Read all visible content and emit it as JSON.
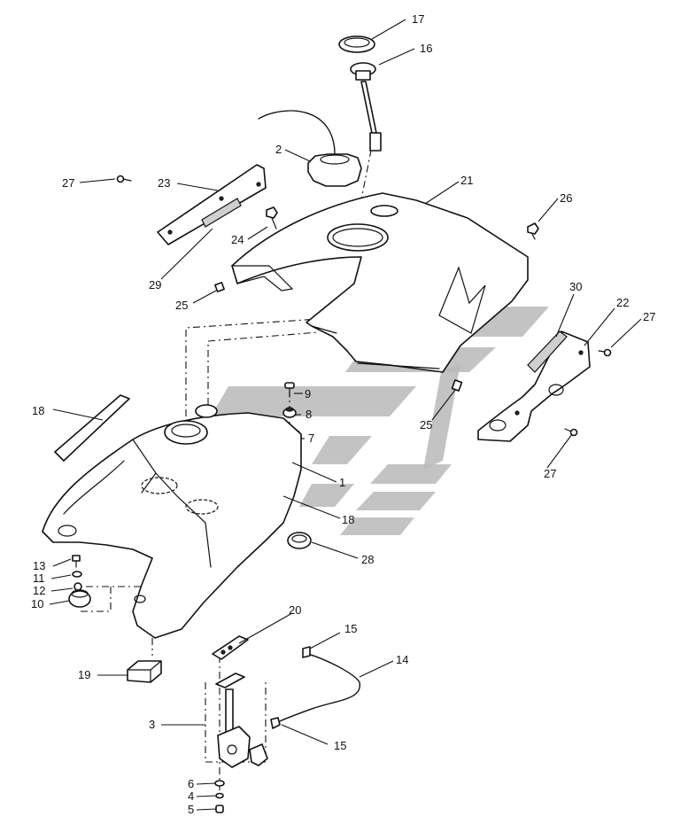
{
  "callouts": [
    {
      "id": "c17",
      "text": "17"
    },
    {
      "id": "c16",
      "text": "16"
    },
    {
      "id": "c2",
      "text": "2"
    },
    {
      "id": "c21",
      "text": "21"
    },
    {
      "id": "c27a",
      "text": "27"
    },
    {
      "id": "c23",
      "text": "23"
    },
    {
      "id": "c26",
      "text": "26"
    },
    {
      "id": "c24",
      "text": "24"
    },
    {
      "id": "c29",
      "text": "29"
    },
    {
      "id": "c25a",
      "text": "25"
    },
    {
      "id": "c30",
      "text": "30"
    },
    {
      "id": "c22",
      "text": "22"
    },
    {
      "id": "c27b",
      "text": "27"
    },
    {
      "id": "c9",
      "text": "9"
    },
    {
      "id": "c18a",
      "text": "18"
    },
    {
      "id": "c8",
      "text": "8"
    },
    {
      "id": "c25b",
      "text": "25"
    },
    {
      "id": "c7",
      "text": "7"
    },
    {
      "id": "c27c",
      "text": "27"
    },
    {
      "id": "c1",
      "text": "1"
    },
    {
      "id": "c18b",
      "text": "18"
    },
    {
      "id": "c28",
      "text": "28"
    },
    {
      "id": "c13",
      "text": "13"
    },
    {
      "id": "c11",
      "text": "11"
    },
    {
      "id": "c12",
      "text": "12"
    },
    {
      "id": "c10",
      "text": "10"
    },
    {
      "id": "c20",
      "text": "20"
    },
    {
      "id": "c15a",
      "text": "15"
    },
    {
      "id": "c14",
      "text": "14"
    },
    {
      "id": "c19",
      "text": "19"
    },
    {
      "id": "c3",
      "text": "3"
    },
    {
      "id": "c15b",
      "text": "15"
    },
    {
      "id": "c6",
      "text": "6"
    },
    {
      "id": "c4",
      "text": "4"
    },
    {
      "id": "c5",
      "text": "5"
    }
  ]
}
